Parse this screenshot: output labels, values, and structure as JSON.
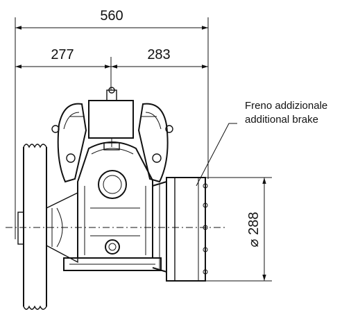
{
  "dimensions": {
    "overall_width": "560",
    "left_width": "277",
    "right_width": "283",
    "brake_diameter": "⌀ 288"
  },
  "callout": {
    "line1": "Freno addizionale",
    "line2": "additional brake"
  }
}
